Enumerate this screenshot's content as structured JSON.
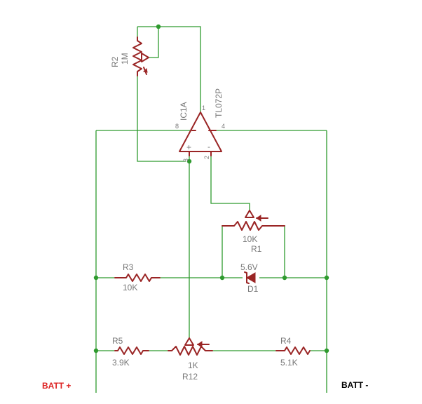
{
  "components": {
    "r1": {
      "ref": "R1",
      "value": "10K"
    },
    "r2": {
      "ref": "R2",
      "value": "1M"
    },
    "r3": {
      "ref": "R3",
      "value": "10K"
    },
    "r4": {
      "ref": "R4",
      "value": "5.1K"
    },
    "r5": {
      "ref": "R5",
      "value": "3.9K"
    },
    "r12": {
      "ref": "R12",
      "value": "1K"
    },
    "d1": {
      "ref": "D1",
      "value": "5.6V"
    },
    "ic1": {
      "ref": "IC1A",
      "value": "TL072P"
    }
  },
  "pins": {
    "p1": "1",
    "p2": "2",
    "p3": "3",
    "p4": "4",
    "p8": "8",
    "plus": "+",
    "minus": "-"
  },
  "battery": {
    "positive": "BATT +",
    "negative": "BATT -"
  },
  "colors": {
    "wire": "#2e9a2e",
    "part": "#9a2525",
    "label": "#777777",
    "batt_positive": "#dd2222",
    "batt_negative": "#000000"
  }
}
